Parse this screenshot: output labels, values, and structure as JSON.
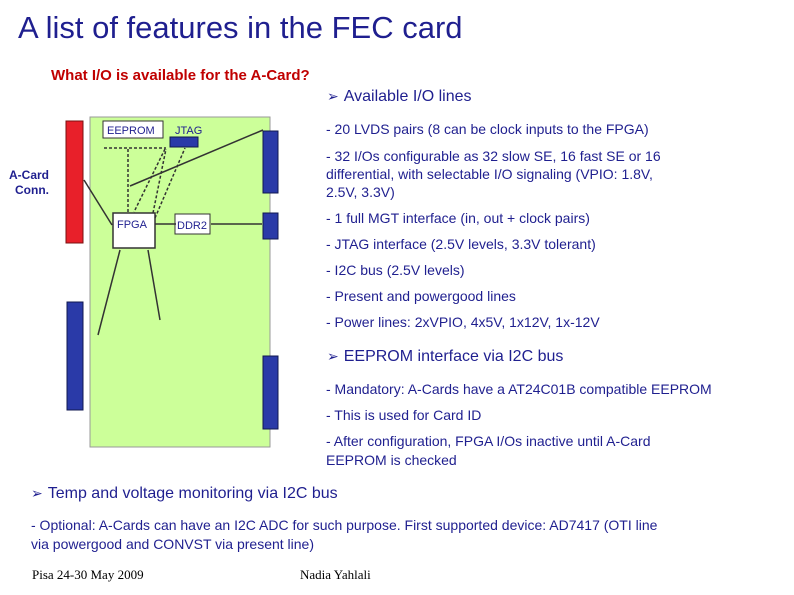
{
  "title": "A list of features in the FEC card",
  "subtitle": "What I/O is available for the A-Card?",
  "diagram": {
    "eeprom": "EEPROM",
    "jtag": "JTAG",
    "conn": [
      "A-Card",
      "Conn."
    ],
    "fpga": "FPGA",
    "ddr2": "DDR2"
  },
  "available_io": {
    "heading": "Available I/O lines",
    "items": [
      "- 20 LVDS pairs (8 can be clock inputs to the FPGA)",
      "- 32 I/Os configurable as 32 slow SE, 16 fast SE or 16",
      "differential, with selectable I/O signaling (VPIO: 1.8V,",
      "2.5V, 3.3V)",
      "- 1 full MGT interface (in, out + clock pairs)",
      "- JTAG interface (2.5V levels, 3.3V tolerant)",
      "- I2C bus (2.5V levels)",
      "- Present and powergood lines",
      "- Power lines: 2xVPIO, 4x5V, 1x12V, 1x-12V"
    ]
  },
  "eeprom_if": {
    "heading": "EEPROM interface via I2C bus",
    "items": [
      "- Mandatory: A-Cards have a AT24C01B compatible EEPROM",
      "- This is used for Card ID",
      "- After configuration, FPGA I/Os inactive until A-Card",
      "EEPROM is checked"
    ]
  },
  "temp": {
    "heading": "Temp and voltage monitoring via I2C bus",
    "items": [
      "- Optional: A-Cards can have an I2C ADC for such purpose. First supported device: AD7417 (OTI line",
      "via powergood and CONVST via present line)"
    ]
  },
  "footer": {
    "left": "Pisa 24-30 May 2009",
    "right": "Nadia Yahlali"
  },
  "colors": {
    "title": "#1f1f8f",
    "subtitle": "#c00000",
    "board": "#ccff99",
    "connector_red": "#e8202a",
    "connector_blue": "#2a3aa8"
  },
  "bullet_icon": "arrow-bullet-icon"
}
